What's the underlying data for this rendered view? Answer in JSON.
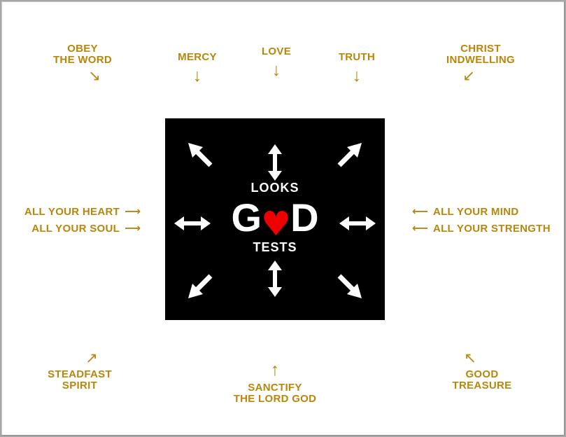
{
  "colors": {
    "gold": "#B8860B",
    "box_background": "#000000",
    "box_text": "#FFFFFF",
    "heart_red": "#EE0000",
    "frame_border": "#A6A6A6",
    "canvas_background": "#FFFFFF"
  },
  "center_box": {
    "looks_label": "LOOKS",
    "god_g": "G",
    "heart_icon": "♥",
    "god_d": "D",
    "tests_label": "TESTS",
    "arrow_icons": [
      "arrow-up-left",
      "arrow-up-down",
      "arrow-up-right",
      "arrow-left-right",
      "arrow-left-right",
      "arrow-down-left",
      "arrow-up-down",
      "arrow-down-right"
    ]
  },
  "labels": {
    "obey_the_word": {
      "line1": "OBEY",
      "line2": "THE WORD",
      "arrow_icon": "↘"
    },
    "mercy": {
      "line1": "MERCY",
      "arrow_icon": "↓"
    },
    "love": {
      "line1": "LOVE",
      "arrow_icon": "↓"
    },
    "truth": {
      "line1": "TRUTH",
      "arrow_icon": "↓"
    },
    "christ_indwelling": {
      "line1": "CHRIST",
      "line2": "INDWELLING",
      "arrow_icon": "↙"
    },
    "all_your_heart": {
      "text": "ALL YOUR HEART",
      "arrow_icon": "⟶"
    },
    "all_your_soul": {
      "text": "ALL YOUR SOUL",
      "arrow_icon": "⟶"
    },
    "all_your_mind": {
      "text": "ALL YOUR MIND",
      "arrow_icon": "⟵"
    },
    "all_your_strength": {
      "text": "ALL YOUR STRENGTH",
      "arrow_icon": "⟵"
    },
    "steadfast_spirit": {
      "line1": "STEADFAST",
      "line2": "SPIRIT",
      "arrow_icon": "↗"
    },
    "sanctify_the_lord_god": {
      "line1": "SANCTIFY",
      "line2": "THE LORD GOD",
      "arrow_icon": "↑"
    },
    "good_treasure": {
      "line1": "GOOD",
      "line2": "TREASURE",
      "arrow_icon": "↖"
    }
  }
}
